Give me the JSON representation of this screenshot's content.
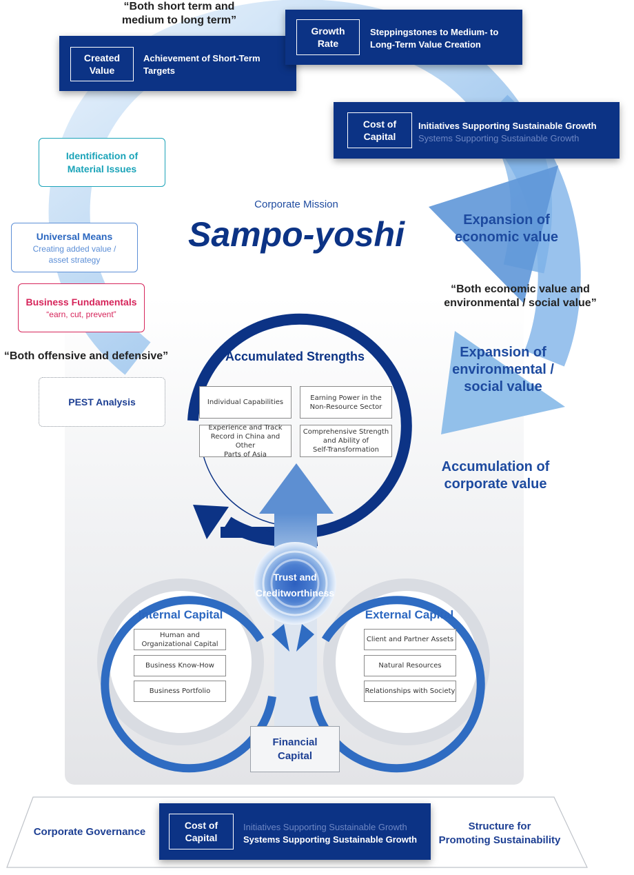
{
  "quotes": {
    "top": "“Both short term and\nmedium to long term”",
    "economic_social": "“Both economic value and\nenvironmental / social value”",
    "offensive": "“Both offensive and defensive”"
  },
  "navy_boxes": {
    "created_value": {
      "tag": "Created\nValue",
      "text": "Achievement of Short-Term\nTargets"
    },
    "growth_rate": {
      "tag": "Growth\nRate",
      "text": "Steppingstones to Medium- to\nLong-Term Value Creation"
    },
    "cost_of_capital_top": {
      "tag": "Cost of\nCapital",
      "line1": "Initiatives Supporting Sustainable Growth",
      "line2": "Systems Supporting Sustainable Growth"
    },
    "cost_of_capital_bottom": {
      "tag": "Cost of\nCapital",
      "line1": "Initiatives Supporting Sustainable Growth",
      "line2": "Systems Supporting Sustainable Growth"
    }
  },
  "left_boxes": {
    "material_issues": {
      "title": "Identification of\nMaterial Issues"
    },
    "universal_means": {
      "title": "Universal Means",
      "sub": "Creating added value /\nasset strategy"
    },
    "business_fundamentals": {
      "title": "Business Fundamentals",
      "sub": "“earn, cut, prevent”"
    },
    "pest": {
      "title": "PEST Analysis"
    }
  },
  "mission": {
    "label": "Corporate Mission",
    "name": "Sampo-yoshi"
  },
  "right_labels": {
    "economic": "Expansion of\neconomic value",
    "environmental": "Expansion of\nenvironmental /\nsocial value",
    "accumulation": "Accumulation of\ncorporate value"
  },
  "strengths": {
    "title": "Accumulated Strengths",
    "items": [
      "Individual Capabilities",
      "Earning Power in the\nNon-Resource Sector",
      "Experience and Track\nRecord in China and Other\nParts of Asia",
      "Comprehensive Strength\nand Ability of\nSelf-Transformation"
    ]
  },
  "trust": {
    "line1": "Trust and",
    "line2": "Creditworthiness"
  },
  "internal_capital": {
    "title": "Internal Capital",
    "items": [
      "Human and\nOrganizational Capital",
      "Business Know-How",
      "Business Portfolio"
    ]
  },
  "external_capital": {
    "title": "External Capital",
    "items": [
      "Client and Partner Assets",
      "Natural Resources",
      "Relationships with Society"
    ]
  },
  "financial_capital": "Financial\nCapital",
  "footer": {
    "left": "Corporate Governance",
    "right": "Structure for\nPromoting Sustainability"
  },
  "colors": {
    "navy": "#0c3385",
    "accent_blue": "#1d4a9f",
    "teal": "#1aa3b8",
    "crimson": "#d6245a",
    "light_blue": "#5b8ed6"
  }
}
